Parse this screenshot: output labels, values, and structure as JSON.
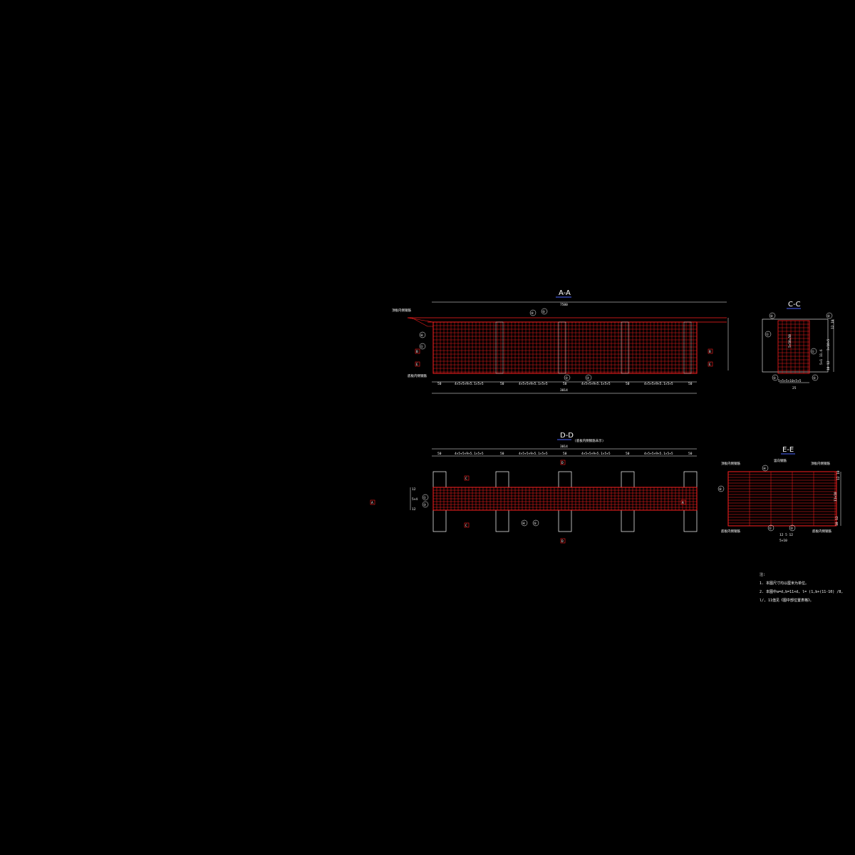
{
  "colors": {
    "background": "#000000",
    "rebar": "#ff1f1f",
    "outline": "#ffffff",
    "title_underline": "#4a63ff"
  },
  "section_a": {
    "title": "A-A",
    "top_dim": "7500",
    "left_label_top": "顶板内侧钢筋",
    "left_label_bottom": "底板内侧钢筋",
    "overall_dim": "3014",
    "dims": [
      "50",
      "4×5+5×9×5.1×5+5",
      "50",
      "4×5+5×9×5.1×5+5",
      "50",
      "4×5+5×9×5.1×5+5",
      "50",
      "4×5+5×9×5.1×5+5",
      "50"
    ],
    "bubbles": [
      "④",
      "⑤",
      "⑥",
      "①",
      "③",
      "③"
    ]
  },
  "section_c": {
    "title": "C-C",
    "bubbles": [
      "⑥",
      "⑥",
      "①",
      "①",
      "⑤",
      "⑤"
    ],
    "right_dims": [
      "12 10",
      "3×10×5",
      "10 12",
      "5×1 11.6"
    ],
    "bottom_dim": "5+5+5×10×5+5",
    "inner_dim": "25",
    "inner_label": "5×10=50"
  },
  "section_d": {
    "title": "D-D",
    "subtitle": "(底板内侧钢筋未示)",
    "overall_dim": "3014",
    "dims": [
      "50",
      "4×5+5×9×5.1×5+5",
      "50",
      "4×5+5×9×5.1×5+5",
      "50",
      "4×5+5×9×5.1×5+5",
      "50",
      "4×5+5×9×5.1×5+5",
      "50"
    ],
    "bubbles": [
      "①",
      "③",
      "④",
      "⑤",
      "③"
    ],
    "left_dims": [
      "12",
      "5×4",
      "12"
    ]
  },
  "section_e": {
    "title": "E-E",
    "top_center_label": "竖向钢筋",
    "top_left_label": "顶板内侧钢筋",
    "top_right_label": "顶板内侧钢筋",
    "bottom_left_label": "底板内侧钢筋",
    "bottom_right_label": "底板内侧钢筋",
    "bottom_dim": "5×10",
    "bottom_dim2": "12 5 12",
    "right_dims": [
      "12 10",
      "11×10",
      "10 12"
    ],
    "bubbles": [
      "④",
      "⑥",
      "①",
      "③"
    ]
  },
  "notes": {
    "heading": "注:",
    "items": [
      "1. 本图尺寸均以厘米为单位。",
      "2. 本图中a=d,b=11×d, l= (1,b+(11-10) /8,",
      "   l/, 11值见《图中部位置表格》。"
    ]
  },
  "section_markers": [
    "A",
    "A",
    "B",
    "B",
    "C",
    "C",
    "D",
    "D",
    "E",
    "E"
  ]
}
